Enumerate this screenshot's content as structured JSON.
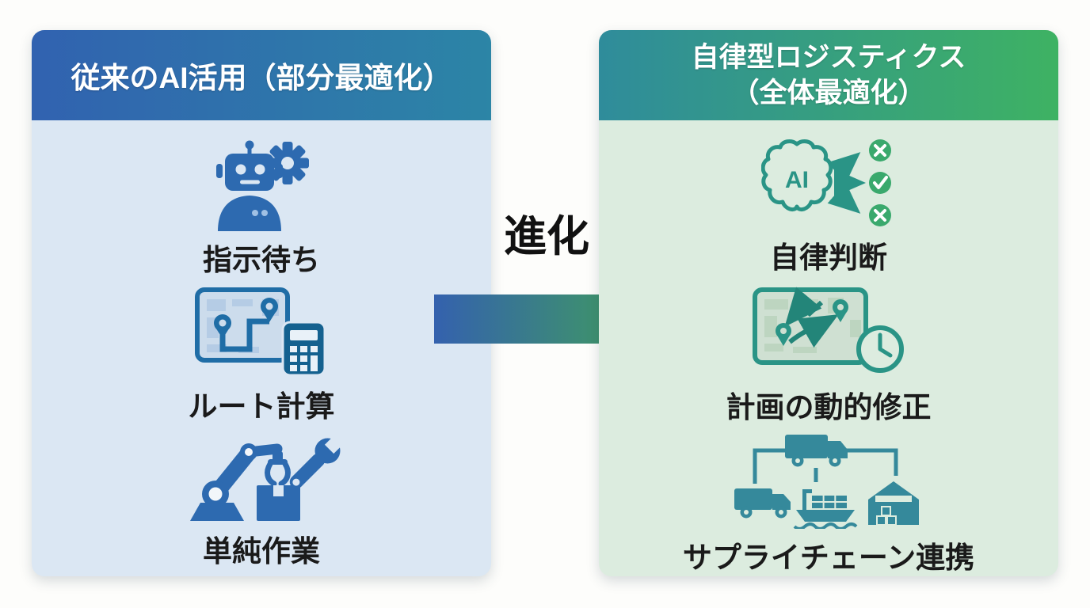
{
  "page": {
    "background_color": "#fdfdfb"
  },
  "left_panel": {
    "title": "従来のAI活用（部分最適化）",
    "header_gradient_start": "#3162b0",
    "header_gradient_end": "#2c85a6",
    "body_color": "#dbe7f3",
    "accent_color": "#2d6ab0",
    "items": [
      {
        "icon": "robot-gear-icon",
        "label": "指示待ち"
      },
      {
        "icon": "map-route-calculator-icon",
        "label": "ルート計算"
      },
      {
        "icon": "robot-arm-wrench-icon",
        "label": "単純作業"
      }
    ]
  },
  "evolution": {
    "label": "進化",
    "arrow_gradient_start": "#3461ae",
    "arrow_gradient_end": "#41a159"
  },
  "right_panel": {
    "title_line1": "自律型ロジスティクス",
    "title_line2": "（全体最適化）",
    "header_gradient_start": "#2f8c9b",
    "header_gradient_end": "#3eb263",
    "body_color": "#dcecdf",
    "accent_color": "#2a9486",
    "status_green": "#3aa96d",
    "brain_label": "AI",
    "items": [
      {
        "icon": "ai-brain-decision-icon",
        "label": "自律判断"
      },
      {
        "icon": "map-dynamic-route-clock-icon",
        "label": "計画の動的修正"
      },
      {
        "icon": "supply-chain-network-icon",
        "label": "サプライチェーン連携"
      }
    ]
  }
}
